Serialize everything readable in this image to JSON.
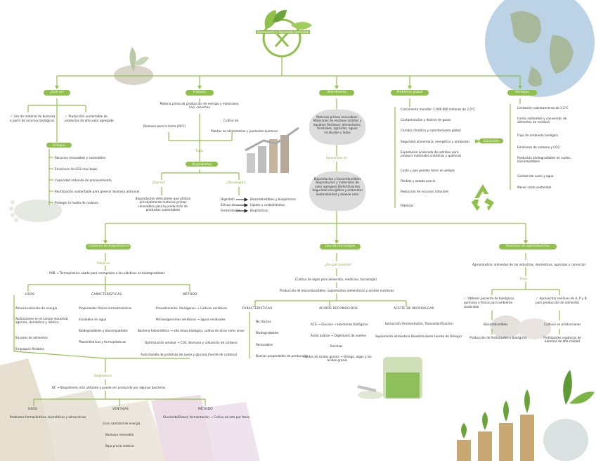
{
  "title": "Bioeconomía y Desarrollo Sostenible",
  "branches": {
    "que_es": {
      "label": "¿Qué es?",
      "items": [
        "Uso de material de biomasa a partir de recursos biológicos",
        "Producción sustentable de productos de alto valor agregado"
      ],
      "enfoque_label": "Enfoque",
      "enfoque": [
        "Recursos renovables y sostenibles",
        "Emisiones de CO2 más bajas",
        "Capacidad reducida de procesamiento",
        "Reutilización sustentable para generar biomasa adicional",
        "Proteger la huella de carbono"
      ]
    },
    "historia": {
      "label": "Historia",
      "intro": "Materia prima de producción de energía y materiales, lino, cosechas",
      "left": "Biomasa para la tierra (OCC)",
      "right_top": "Cultivo de",
      "right": "Plantas no alimentarias y productos químicos",
      "sub_label": "Tipos",
      "bio_label": "Bioproductos",
      "q1": "¿Qué es?",
      "q2": "¿Tecnología?",
      "q1_text": "Bioproductos vehiculares que utilizan principalmente materias primas renovables para la producción de productos sustentables",
      "q2_rows": [
        {
          "a": "Digestión",
          "b": "Biocombustibles y bioquímicos"
        },
        {
          "a": "Extracción",
          "b": "Lípidos y carbohidratos"
        },
        {
          "a": "Fermentación",
          "b": "Bioplásticos"
        }
      ]
    },
    "biorefineria": {
      "label": "Biorefinería",
      "cloud1": "Materias primas renovables: Materiales de residuos (sólidos y líquidos) Residuos: alimentarios, forestales, agrícolas, aguas residuales y lodos",
      "mid": "Conversión en",
      "cloud2": "Bioproductos y biocombustibles Bioproductos y materiales de valor agregado Biofertilizantes Seguridad energética y ambiental Sostenibilidad y dióxido neto"
    },
    "problema": {
      "label": "Problema global",
      "items": [
        "Crecimiento mundial: 1.000.000 millones de 2.0°C",
        "Contaminación y declive de gases",
        "Cambio climático y calentamiento global",
        "Seguridad alimentaria, energética y ambiental",
        "Explotación acelerada de petróleo para producir materiales sintéticos y químicos",
        "Costo y que pueden tener en peligro",
        "Pérdida y estado previo",
        "Reducción de recursos naturales",
        "Plásticos"
      ],
      "tag": "Soluciones"
    },
    "ventajas": {
      "label": "Ventajas",
      "items": [
        "Limitación calentamiento de 1.5°C",
        "Forma sostenible y conversión de alimentos de residuos",
        "Flujo de ambiente biológico",
        "Emisiones de carbono y CO2",
        "Productos biodegradables en suelos, biocompatibles",
        "Calidad del suelo y agua",
        "Menor costo sostenible"
      ]
    }
  },
  "lower": {
    "cadenas": {
      "label": "Cadenas de biopolímeros",
      "sub1": "Plásticos",
      "def1": "PHB → Termoplástico usado para reemplazar a los plásticos no biodegradables",
      "cols": [
        {
          "h": "USOS",
          "items": [
            "Almacenamiento de energía",
            "Aplicaciones en el campo industrial, agrícola, doméstico y médico",
            "Envases de alimentos",
            "Empaques flexibles"
          ]
        },
        {
          "h": "CARACTERÍSTICAS",
          "items": [
            "Propiedades físicas termodinámicas",
            "Insolubles en agua",
            "Biodegradables y biocompatibles",
            "Piezoeléctricas y termoplásticas"
          ]
        },
        {
          "h": "MÉTODO",
          "items": [
            "Procedimiento: Alcaligenes → Cultivos aeróbicos",
            "Microorganismos aeróbicos → aguas residuales",
            "Bacteria fotosintética → alta masa biológica, cultivo de otros seres vivos",
            "Optimización aerobia → CO2, Biomasa y utilización de carbono",
            "Autoclavado de proteínas de suero y glucosa (fuente de carbono)"
          ]
        }
      ],
      "sub2": "Bioplásticos",
      "def2": "BC → Biopolímero más utilizado y puede ser producido por algunas bacterias",
      "cols2": [
        {
          "h": "USOS",
          "items": [
            "Productos farmacéuticos, biomédicos y alimenticios"
          ]
        },
        {
          "h": "VENTAJAS",
          "items": [
            "Gran cantidad de energía",
            "Biomasa renovable",
            "Bajo precio relativo"
          ]
        },
        {
          "h": "MÉTODO",
          "items": [
            "Glucósido/Etanol; fermentación → Cultivo de lote por fases"
          ]
        }
      ]
    },
    "algas": {
      "label": "Uso de microalgas",
      "q": "¿De qué consiste?",
      "intro": "(Cultivo de algas para alimentos, medicina, tecnología)",
      "prod": "Producción de biocombustibles, suplementos alimenticios y aceites nutritivos",
      "cols": [
        {
          "h": "CARACTERÍSTICAS",
          "items": [
            "No tóxicas",
            "Biodegradables",
            "Renovables",
            "Buenas propiedades de producción"
          ]
        },
        {
          "h": "ÁCIDOS RECONOCIDOS",
          "items": [
            "ACG → Glucosa → Hormonas biológicas",
            "Ácido oxálico → Digestores de aceites",
            "Enzimas",
            "Lípidos de ácidos grasos → Omega, algas y los ácidos grasos"
          ]
        },
        {
          "h": "ACEITE DE MICROALGAS",
          "items": [
            "Extracción (Fermentación, Transesterificación)",
            "Suplemento alimenticio Bioestimulante (aceite de Omega)"
          ]
        }
      ]
    },
    "agro": {
      "label": "Residuos de agroindustrias",
      "intro": "Agroindustria: alimentos de las industrias, domésticos, agrícolas y comercial",
      "sub": "Usos",
      "left": "Obtener paciente de biológicos, químicos y físicos para ambiente sostenible",
      "right": "Aprovechar residuos de A, P y B, para producción de alimentos",
      "left2": "Biocombustibles",
      "left3": "Producción de fertilizantes y biológicos",
      "right2": "Cultivos en producciones",
      "right3": "Fertilizantes orgánicos de biomasa de alta calidad"
    }
  },
  "colors": {
    "accent": "#8fc04a",
    "line": "#8fc04a",
    "text": "#2c2c2c"
  },
  "icons": [
    "globe-icon",
    "leaf-icon",
    "recycle-icon",
    "footprint-icon",
    "coin-plants-icon",
    "seedling-icon"
  ]
}
